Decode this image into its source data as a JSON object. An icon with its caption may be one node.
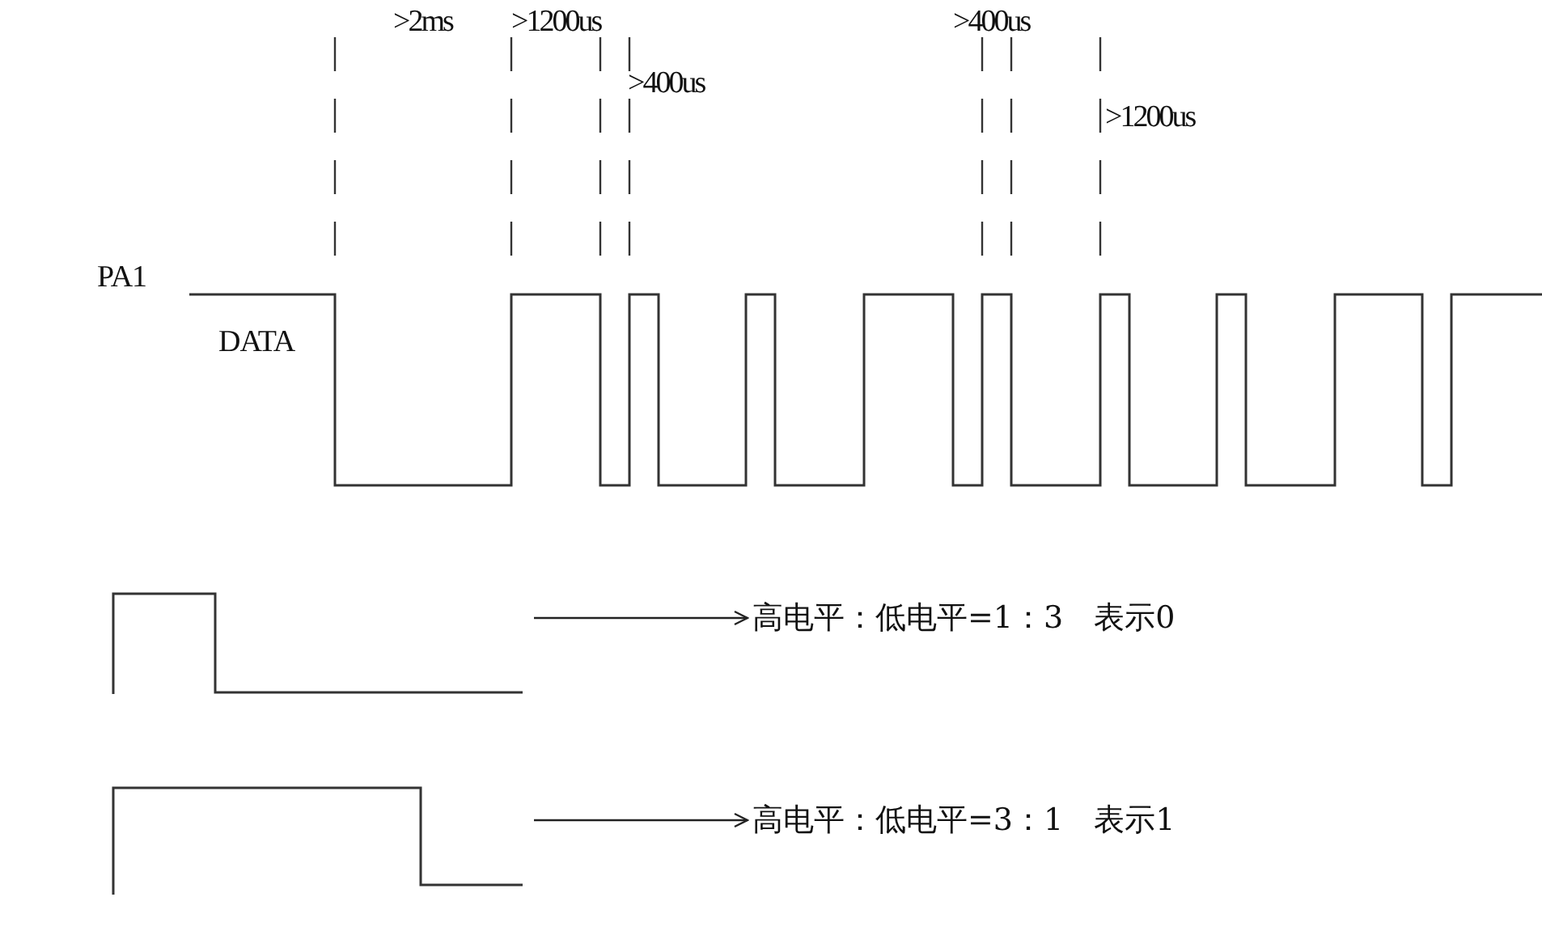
{
  "diagram": {
    "nodes": [
      {
        "text": [],
        "shape": "waveform"
      },
      {
        "text": [
          "高电平：低电平=1：3　表示0"
        ]
      },
      {
        "text": [],
        "shape": "waveform"
      },
      {
        "text": [
          "高电平：低电平=3：1　表示1"
        ]
      }
    ],
    "edges": [
      {
        "from": 0,
        "to": 1,
        "arrow": "to"
      },
      {
        "from": 2,
        "to": 3,
        "arrow": "to"
      }
    ],
    "labels": [
      "PA1",
      "DATA",
      ">2ms",
      ">1200us",
      ">400us",
      ">400us",
      ">1200us"
    ]
  }
}
